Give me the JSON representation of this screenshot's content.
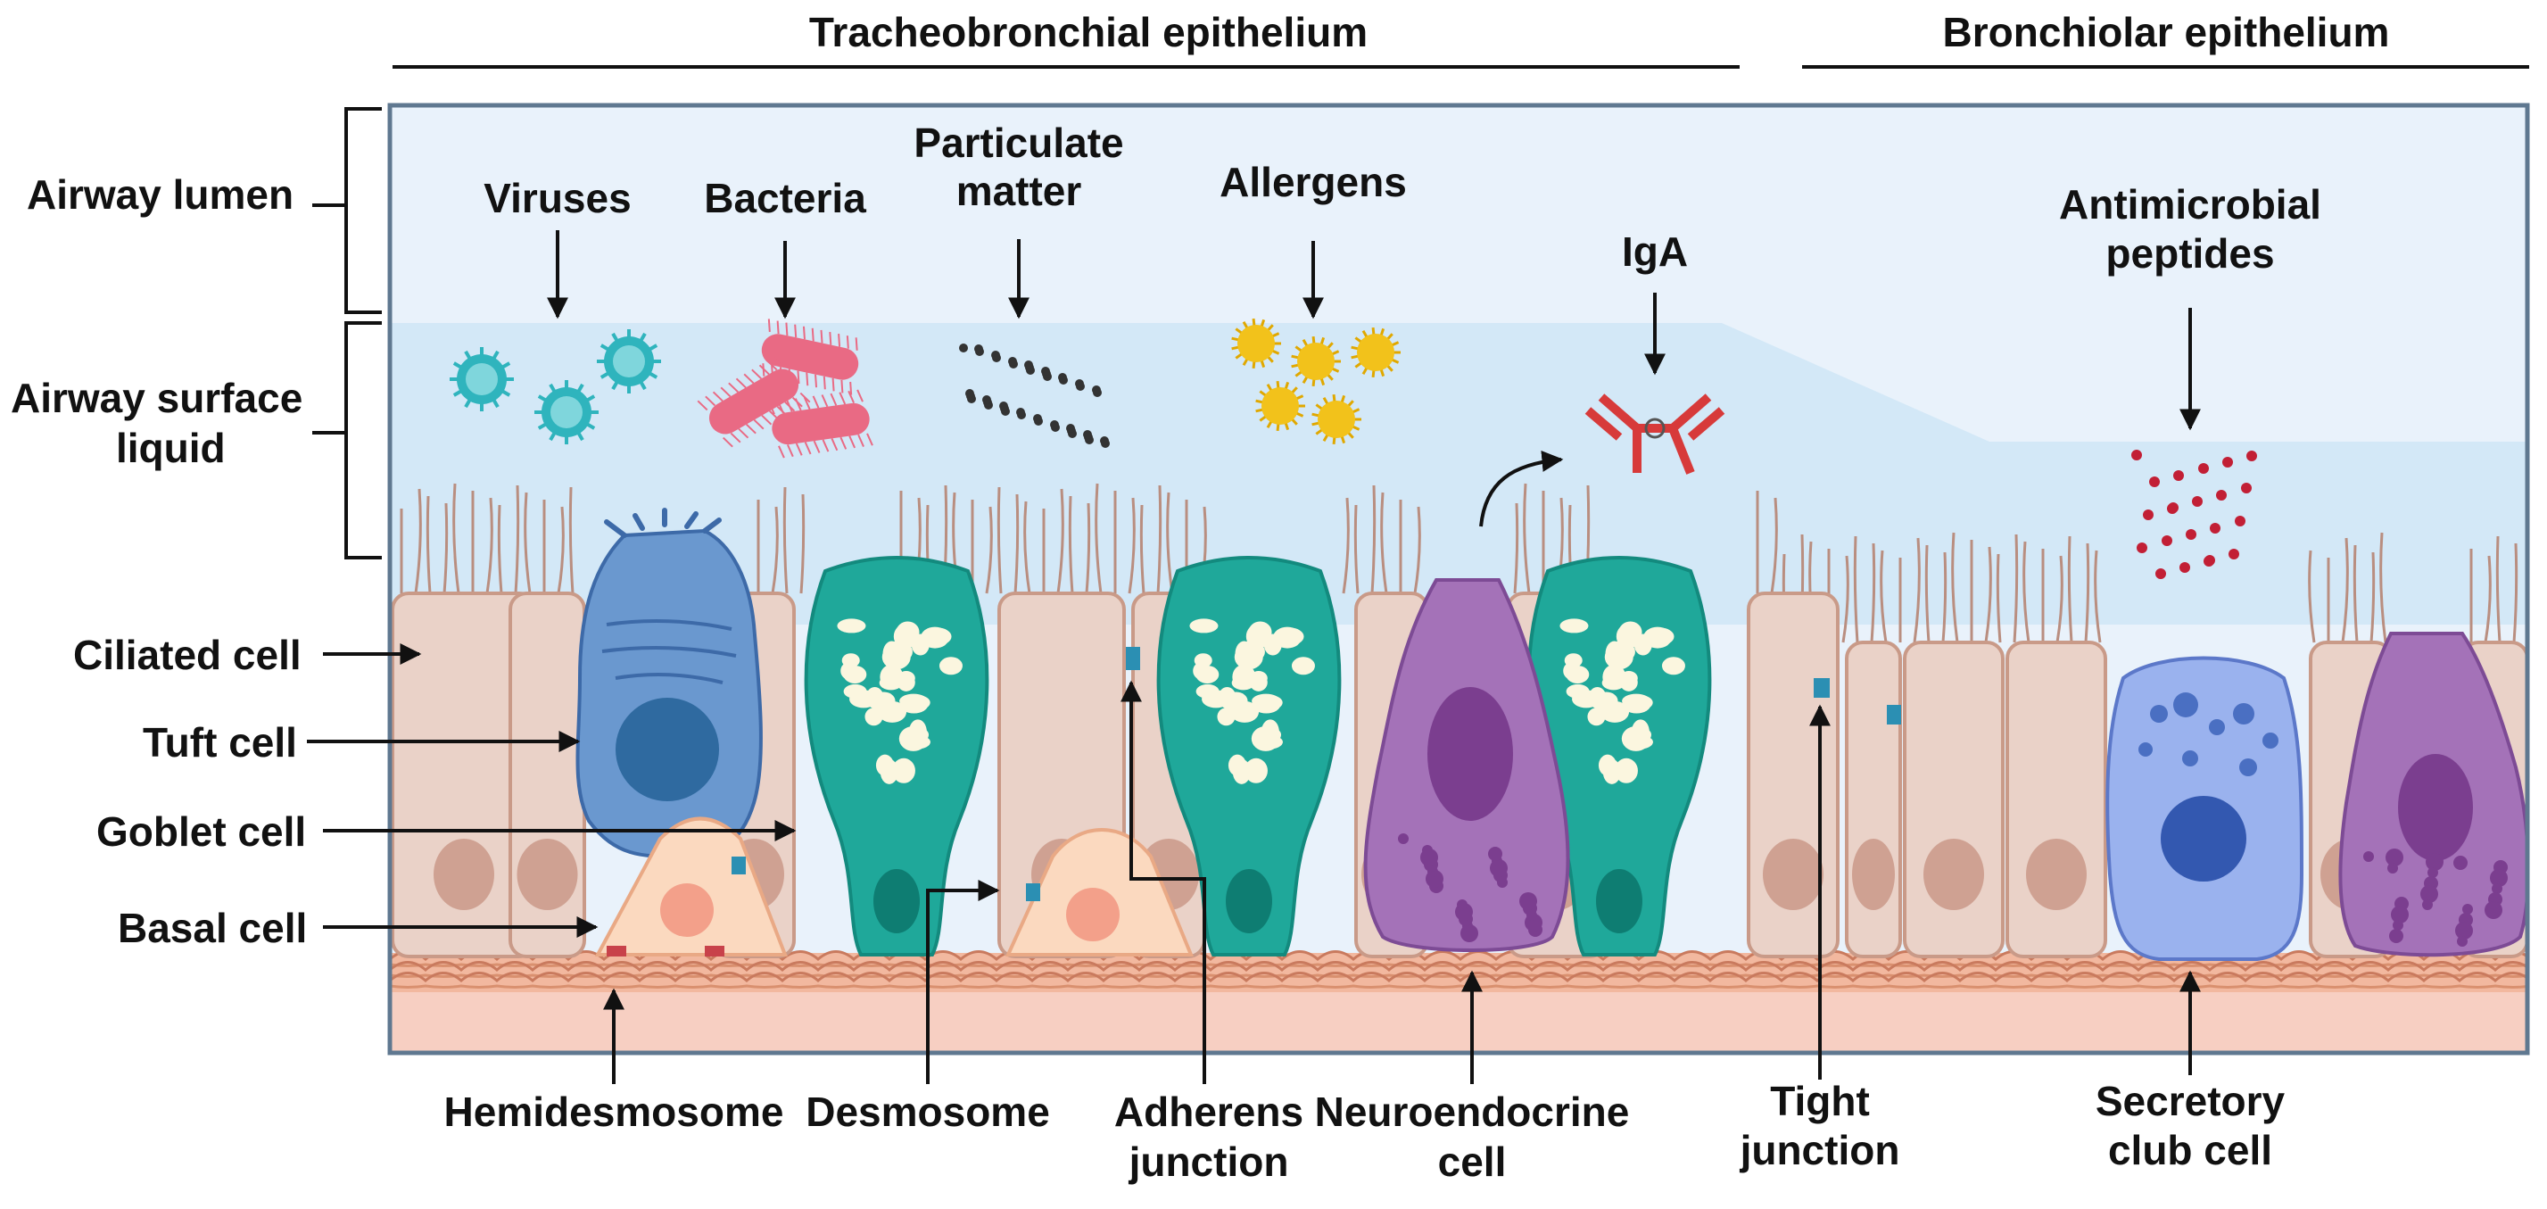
{
  "headers": {
    "tracheobronchial": "Tracheobronchial epithelium",
    "bronchiolar": "Bronchiolar epithelium"
  },
  "regions": {
    "airway_lumen": "Airway lumen",
    "airway_surface_liquid_line1": "Airway surface",
    "airway_surface_liquid_line2": "liquid"
  },
  "left_labels": {
    "ciliated": "Ciliated cell",
    "tuft": "Tuft cell",
    "goblet": "Goblet cell",
    "basal": "Basal cell"
  },
  "top_labels": {
    "viruses": "Viruses",
    "bacteria": "Bacteria",
    "particulate_line1": "Particulate",
    "particulate_line2": "matter",
    "allergens": "Allergens",
    "iga": "IgA",
    "antimicrobial_line1": "Antimicrobial",
    "antimicrobial_line2": "peptides"
  },
  "bottom_labels": {
    "hemidesmosome": "Hemidesmosome",
    "desmosome": "Desmosome",
    "adherens_line1": "Adherens",
    "adherens_line2": "junction",
    "neuroendocrine_line1": "Neuroendocrine",
    "neuroendocrine_line2": "cell",
    "tight_line1": "Tight",
    "tight_line2": "junction",
    "secretory_line1": "Secretory",
    "secretory_line2": "club cell"
  },
  "colors": {
    "lumen": "#e9f2fb",
    "liquid": "#d3e8f7",
    "ciliated": "#ead2c8",
    "tuft": "#6a98cf",
    "goblet": "#1fa89a",
    "basal": "#fbd9bf",
    "neuroendocrine": "#a472b8",
    "club": "#9ab2ee",
    "membrane": "#f7cfc2",
    "virus": "#2fb4bd",
    "bacteria": "#e96a84",
    "allergen": "#f2c21b",
    "peptide": "#c21f35",
    "iga": "#d73a3a"
  }
}
